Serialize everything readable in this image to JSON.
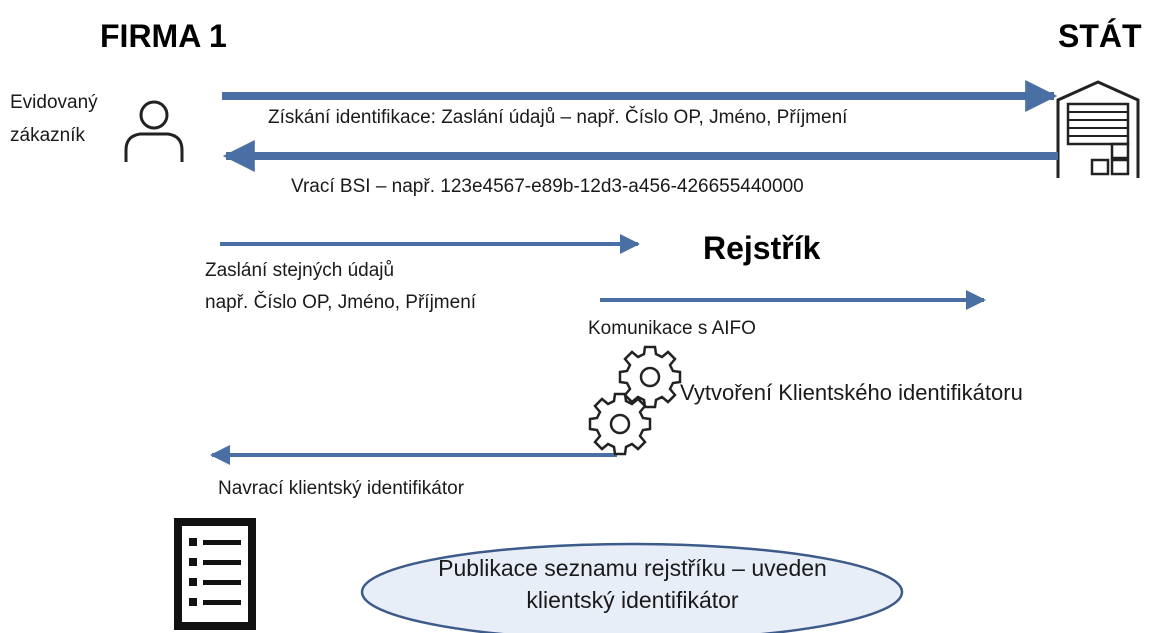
{
  "titles": {
    "left": "FIRMA 1",
    "right": "STÁT",
    "registry": "Rejstřík"
  },
  "labels": {
    "customer_line1": "Evidovaný",
    "customer_line2": "zákazník",
    "request_id": "Získání identifikace: Zaslání údajů – např. Číslo OP, Jméno, Příjmení",
    "returns_bsi": "Vrací BSI – např. 123e4567-e89b-12d3-a456-426655440000",
    "send_same_line1": "Zaslání  stejných údajů",
    "send_same_line2": "např. Číslo OP, Jméno, Příjmení",
    "aifo": "Komunikace s AIFO",
    "create_client_id": "Vytvoření Klientského identifikátoru",
    "return_client_id": "Navrací klientský identifikátor",
    "publication_line1": "Publikace seznamu rejstříku – uveden",
    "publication_line2": "klientský identifikátor"
  },
  "icons": {
    "customer": "person-outline-icon",
    "state": "warehouse-icon",
    "process": "gear-icon",
    "list": "checklist-document-icon"
  },
  "colors": {
    "arrow": "#4a6fa5",
    "oval_fill": "#e8eef7",
    "oval_stroke": "#3c5a8a",
    "text": "#1a1a1a"
  }
}
